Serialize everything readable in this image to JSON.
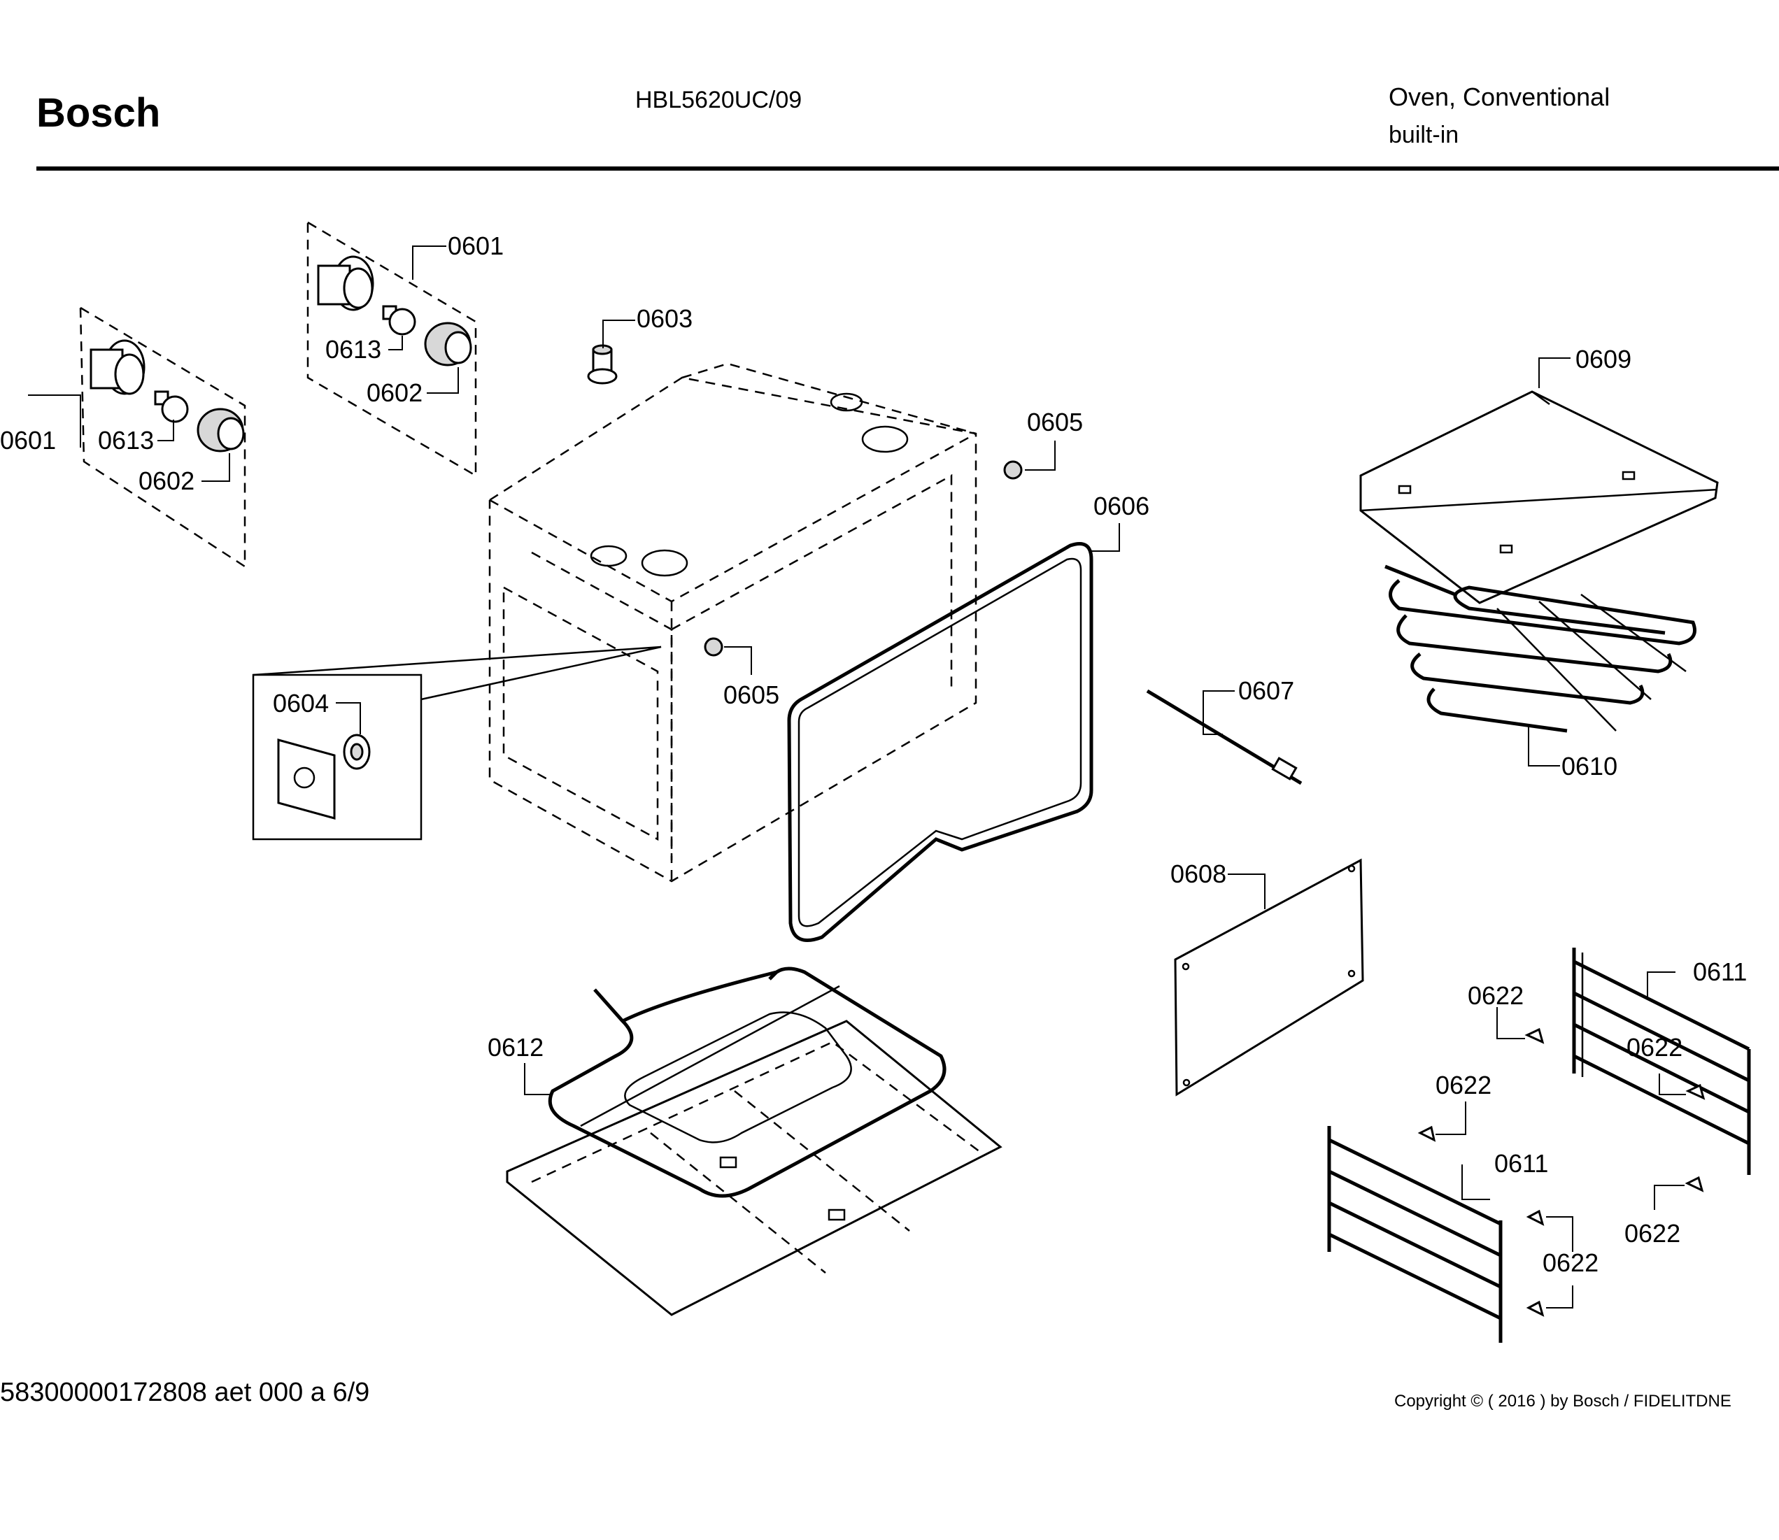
{
  "header": {
    "brand": "Bosch",
    "model": "HBL5620UC/09",
    "product_type": "Oven, Conventional",
    "product_subtype": "built-in"
  },
  "callouts": {
    "p0601a": "0601",
    "p0601b": "0601",
    "p0602a": "0602",
    "p0602b": "0602",
    "p0613a": "0613",
    "p0613b": "0613",
    "p0603": "0603",
    "p0604": "0604",
    "p0605a": "0605",
    "p0605b": "0605",
    "p0606": "0606",
    "p0607": "0607",
    "p0608": "0608",
    "p0609": "0609",
    "p0610": "0610",
    "p0611a": "0611",
    "p0611b": "0611",
    "p0612": "0612",
    "p0622a": "0622",
    "p0622b": "0622",
    "p0622c": "0622",
    "p0622d": "0622",
    "p0622e": "0622"
  },
  "footer": {
    "document_number": "58300000172808 aet 000 a 6/9",
    "copyright": "Copyright © ( 2016 ) by Bosch  / FIDELITDNE"
  }
}
